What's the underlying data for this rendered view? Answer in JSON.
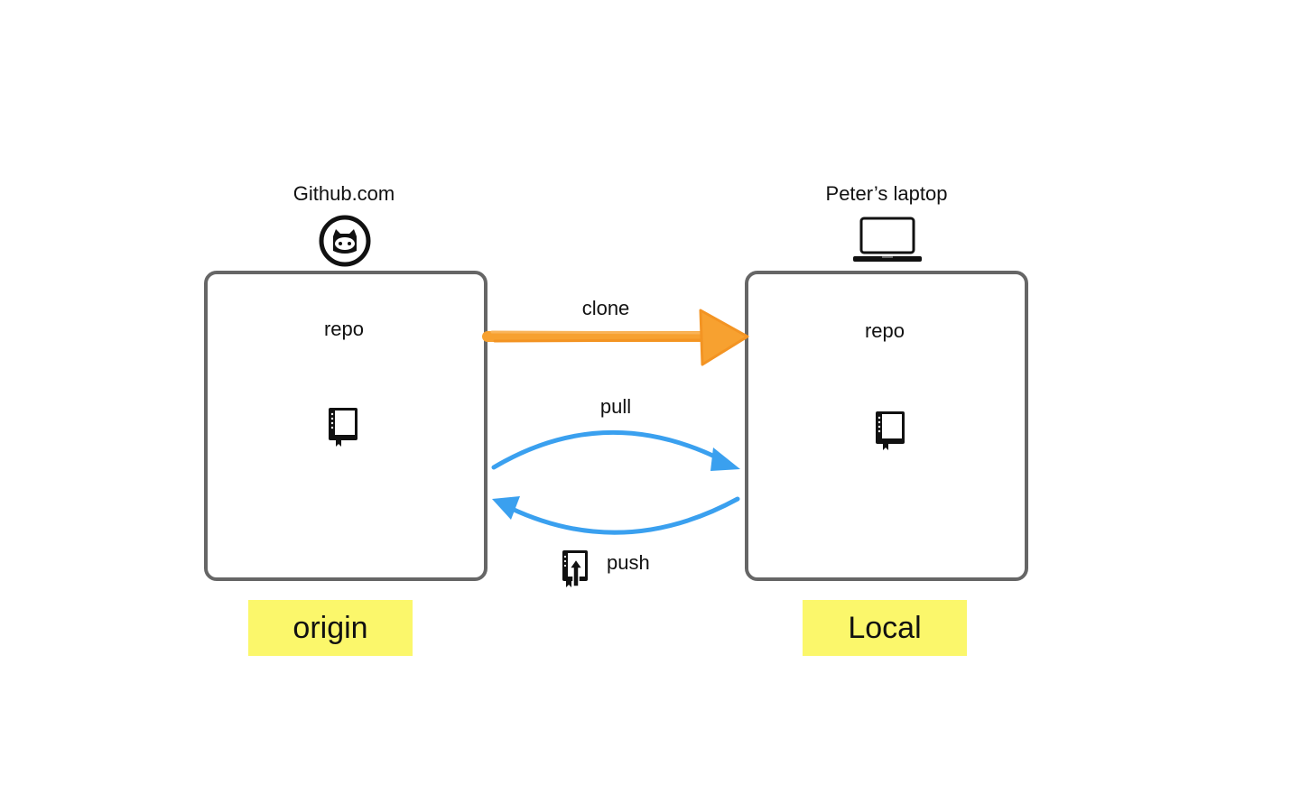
{
  "nodes": {
    "remote": {
      "host_label": "Github.com",
      "repo_label": "repo",
      "badge": "origin",
      "host_icon": "github-octocat-icon",
      "repo_icon": "repo-book-icon"
    },
    "local": {
      "host_label": "Peter’s laptop",
      "repo_label": "repo",
      "badge": "Local",
      "host_icon": "laptop-icon",
      "repo_icon": "repo-book-icon"
    }
  },
  "edges": {
    "clone": {
      "label": "clone",
      "color": "#f7a130"
    },
    "pull": {
      "label": "pull",
      "color": "#3aa0ef"
    },
    "push": {
      "label": "push",
      "color": "#3aa0ef",
      "icon": "repo-push-icon"
    }
  },
  "colors": {
    "box_border": "#666666",
    "badge_bg": "#fbf76b"
  }
}
